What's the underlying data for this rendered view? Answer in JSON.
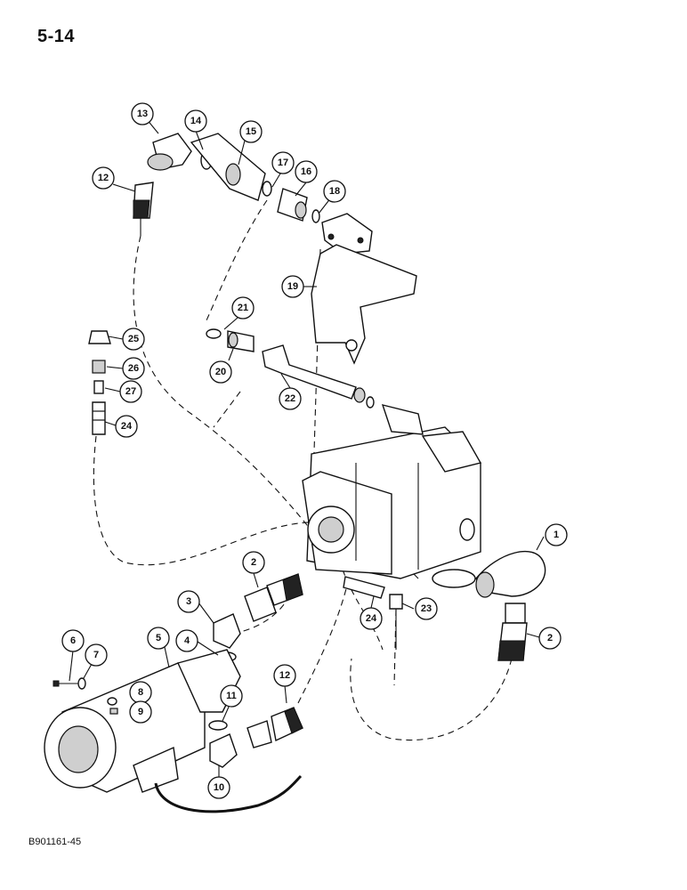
{
  "page": {
    "number": "5-14",
    "figure_code": "B901161-45"
  },
  "callouts": [
    {
      "id": "c1",
      "label": "1"
    },
    {
      "id": "c2a",
      "label": "2"
    },
    {
      "id": "c2b",
      "label": "2"
    },
    {
      "id": "c3",
      "label": "3"
    },
    {
      "id": "c4",
      "label": "4"
    },
    {
      "id": "c5",
      "label": "5"
    },
    {
      "id": "c6",
      "label": "6"
    },
    {
      "id": "c7",
      "label": "7"
    },
    {
      "id": "c8",
      "label": "8"
    },
    {
      "id": "c9",
      "label": "9"
    },
    {
      "id": "c10",
      "label": "10"
    },
    {
      "id": "c11",
      "label": "11"
    },
    {
      "id": "c12a",
      "label": "12"
    },
    {
      "id": "c12b",
      "label": "12"
    },
    {
      "id": "c13",
      "label": "13"
    },
    {
      "id": "c14",
      "label": "14"
    },
    {
      "id": "c15",
      "label": "15"
    },
    {
      "id": "c16",
      "label": "16"
    },
    {
      "id": "c17",
      "label": "17"
    },
    {
      "id": "c18",
      "label": "18"
    },
    {
      "id": "c19",
      "label": "19"
    },
    {
      "id": "c20",
      "label": "20"
    },
    {
      "id": "c21",
      "label": "21"
    },
    {
      "id": "c22",
      "label": "22"
    },
    {
      "id": "c23",
      "label": "23"
    },
    {
      "id": "c24a",
      "label": "24"
    },
    {
      "id": "c24b",
      "label": "24"
    },
    {
      "id": "c25",
      "label": "25"
    },
    {
      "id": "c26",
      "label": "26"
    },
    {
      "id": "c27",
      "label": "27"
    }
  ]
}
